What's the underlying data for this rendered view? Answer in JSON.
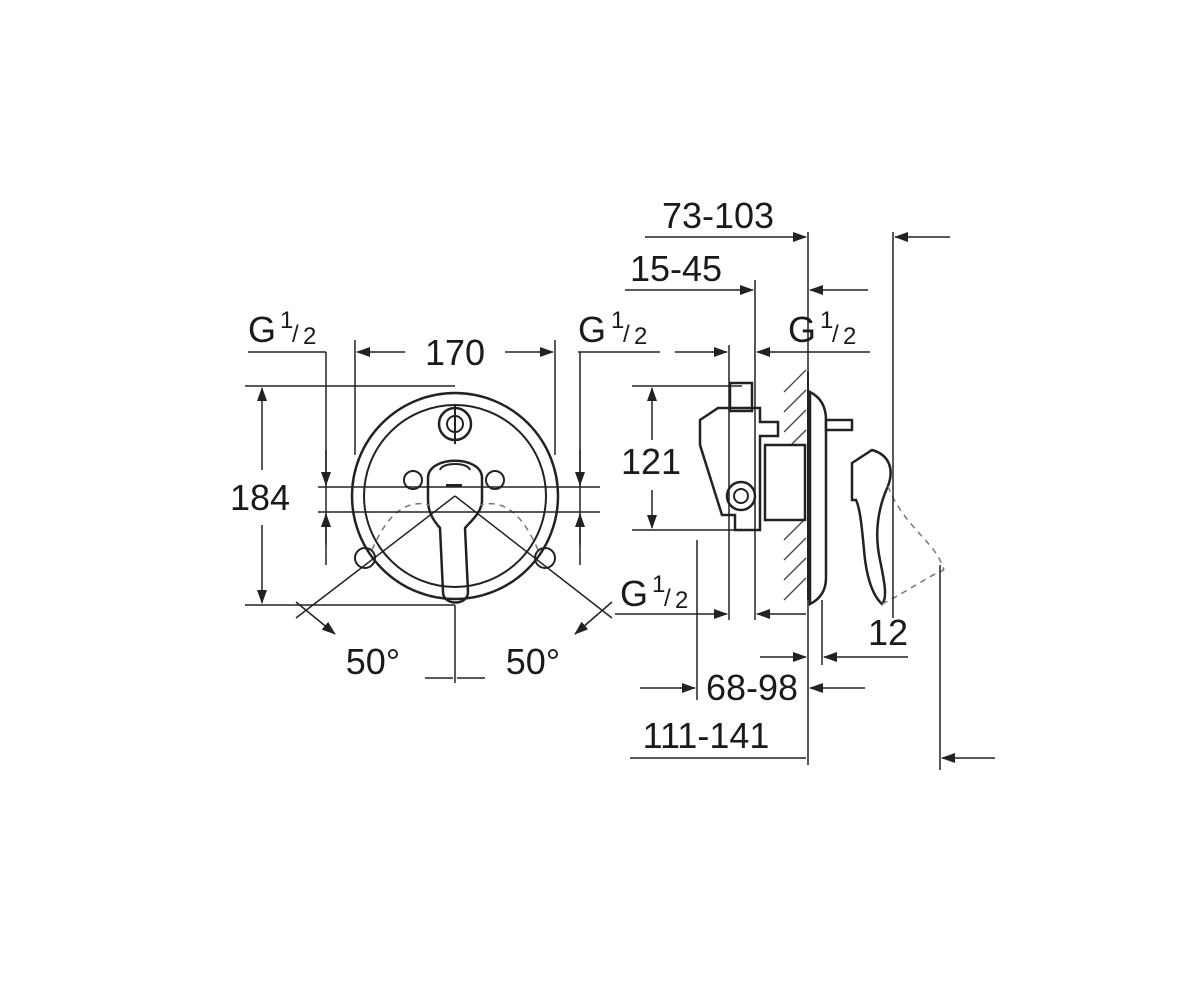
{
  "front_view": {
    "width": "170",
    "height": "184",
    "angle_left": "50°",
    "angle_right": "50°",
    "thread_left": {
      "g": "G",
      "num": "1",
      "den": "2"
    },
    "thread_right": {
      "g": "G",
      "num": "1",
      "den": "2"
    }
  },
  "side_view": {
    "depth_range": "73-103",
    "inner_range": "15-45",
    "vertical": "121",
    "wall": "68-98",
    "total": "111-141",
    "plate": "12",
    "thread_top": {
      "g": "G",
      "num": "1",
      "den": "2"
    },
    "thread_bottom": {
      "g": "G",
      "num": "1",
      "den": "2"
    }
  }
}
